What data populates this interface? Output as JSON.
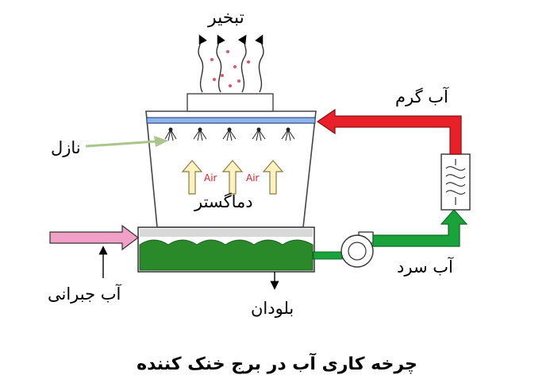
{
  "labels": {
    "evaporation": "تبخیر",
    "hot_water": "آب گرم",
    "nozzle": "نازل",
    "air_1": "Air",
    "air_2": "Air",
    "fan": "دماگستر",
    "makeup_water": "آب جبرانی",
    "cold_water": "آب سرد",
    "blowdown": "بلودان"
  },
  "caption": "چرخه کاری آب در برج خنک کننده",
  "colors": {
    "hot_pipe": "#e8202a",
    "cold_pipe": "#1aa33a",
    "water_basin": "#2a8a2a",
    "distribution_bar": "#8fb3e8",
    "makeup_pipe": "#f2a0c8",
    "nozzle_pointer": "#a9c58a",
    "air_arrow": "#fdf2c0",
    "air_text": "#e0202a"
  }
}
